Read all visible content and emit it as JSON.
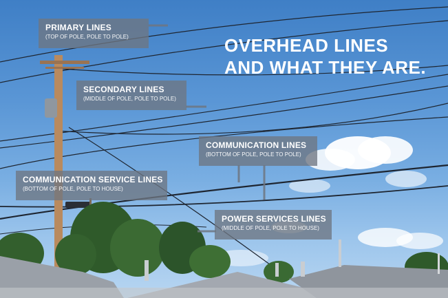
{
  "headline": {
    "line1": "OVERHEAD LINES",
    "line2": "AND WHAT THEY ARE."
  },
  "labels": {
    "primary": {
      "title": "PRIMARY LINES",
      "subtitle": "(TOP OF POLE, POLE TO POLE)"
    },
    "secondary": {
      "title": "SECONDARY LINES",
      "subtitle": "(MIDDLE OF POLE, POLE TO POLE)"
    },
    "communication": {
      "title": "COMMUNICATION LINES",
      "subtitle": "(BOTTOM OF POLE, POLE TO POLE)"
    },
    "communication_service": {
      "title": "COMMUNICATION SERVICE LINES",
      "subtitle": "(BOTTOM OF POLE, POLE TO HOUSE)"
    },
    "power_services": {
      "title": "POWER SERVICES LINES",
      "subtitle": "(MIDDLE OF POLE, POLE TO HOUSE)"
    }
  },
  "colors": {
    "sky_top": "#3f7fc6",
    "sky_bottom": "#b8d6f1",
    "label_bg": "#6e7682",
    "text": "#ffffff",
    "pole": "#b98a5e",
    "trees": "#2f5a2a",
    "roof": "#8d929a"
  }
}
